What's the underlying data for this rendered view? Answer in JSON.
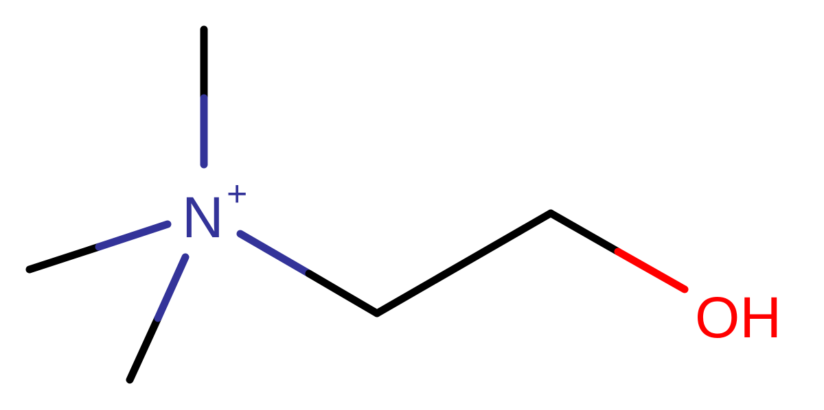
{
  "molecule": {
    "atoms": [
      {
        "id": "N1",
        "label": "N",
        "charge": "+",
        "element": "nitrogen"
      },
      {
        "id": "O1",
        "label": "OH",
        "element": "oxygen"
      }
    ],
    "colors": {
      "carbon_bond": "#000000",
      "nitrogen": "#333399",
      "oxygen": "#FF0000"
    }
  }
}
